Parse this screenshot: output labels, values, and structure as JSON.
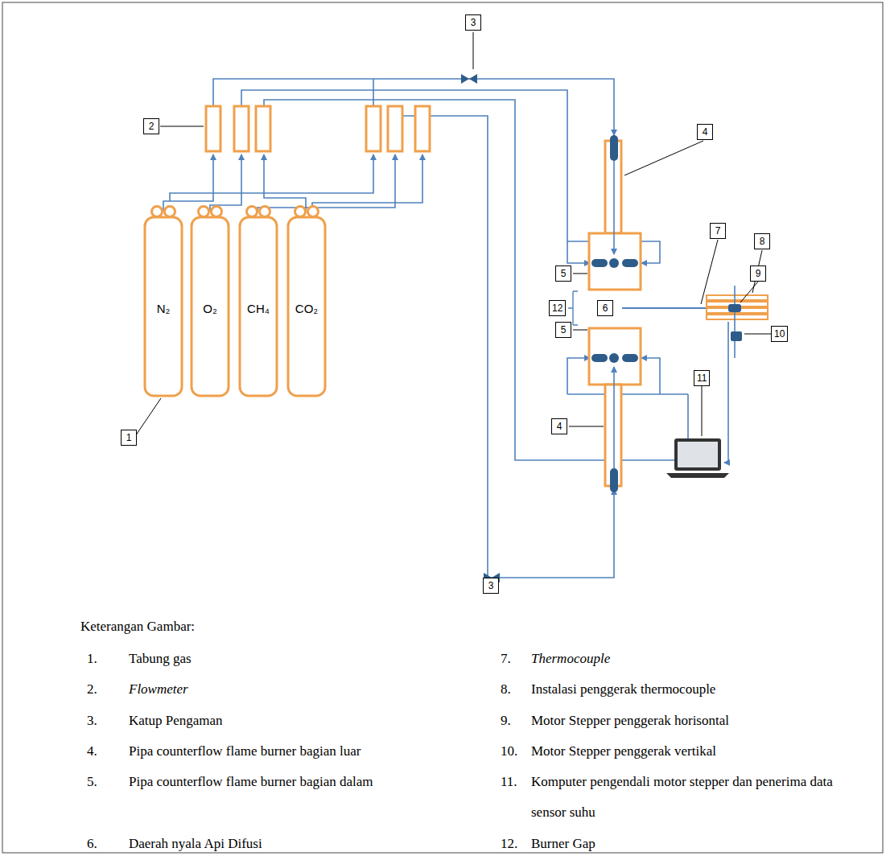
{
  "diagram": {
    "nodes": [
      {
        "text": [
          "N₂"
        ]
      },
      {
        "text": [
          "O₂"
        ]
      },
      {
        "text": [
          "CH₄"
        ]
      },
      {
        "text": [
          "CO₂"
        ]
      }
    ],
    "labels": [
      "3",
      "2",
      "4",
      "7",
      "8",
      "5",
      "12",
      "6",
      "9",
      "5",
      "10",
      "1",
      "11",
      "4",
      "3",
      "Keterangan Gambar:",
      "1.",
      "Tabung gas",
      "7.",
      "Thermocouple",
      "2.",
      "Flowmeter",
      "8.",
      "Instalasi penggerak thermocouple",
      "3.",
      "Katup Pengaman",
      "9.",
      "Motor Stepper penggerak horisontal",
      "4.",
      "Pipa counterflow flame burner bagian luar",
      "10.",
      "Motor Stepper penggerak vertikal",
      "5.",
      "Pipa counterflow flame burner bagian dalam",
      "11.",
      "Komputer pengendali motor stepper dan penerima data sensor suhu",
      "6.",
      "Daerah nyala Api Difusi",
      "12.",
      "Burner Gap"
    ]
  }
}
